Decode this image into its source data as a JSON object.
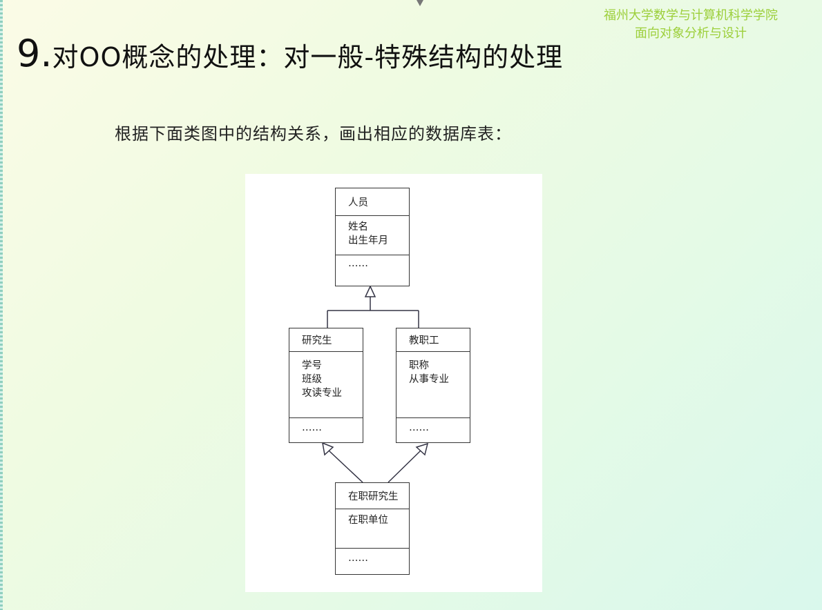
{
  "watermark": {
    "line1": "福州大学数学与计算机科学学院",
    "line2": "面向对象分析与设计"
  },
  "slide": {
    "title_number": "9.",
    "title_text": "对OO概念的处理：对一般-特殊结构的处理",
    "instruction": "根据下面类图中的结构关系，画出相应的数据库表："
  },
  "uml": {
    "person": {
      "name": "人员",
      "attributes": [
        "姓名",
        "出生年月"
      ],
      "operations": "……"
    },
    "grad_student": {
      "name": "研究生",
      "attributes": [
        "学号",
        "班级",
        "攻读专业"
      ],
      "operations": "……"
    },
    "staff": {
      "name": "教职工",
      "attributes": [
        "职称",
        "从事专业"
      ],
      "operations": "……"
    },
    "working_grad": {
      "name": "在职研究生",
      "attributes": [
        "在职单位"
      ],
      "operations": "……"
    }
  }
}
